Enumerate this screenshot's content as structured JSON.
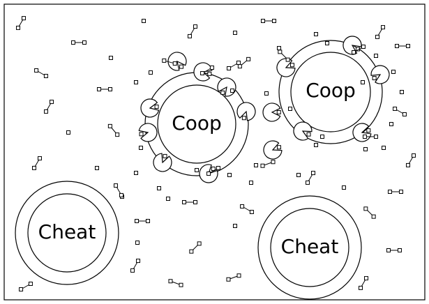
{
  "labels": {
    "coop_left": "Coop",
    "coop_right": "Coop",
    "cheat_left": "Cheat",
    "cheat_right": "Cheat"
  },
  "colors": {
    "background": "#ffffff",
    "stroke": "#000000"
  }
}
